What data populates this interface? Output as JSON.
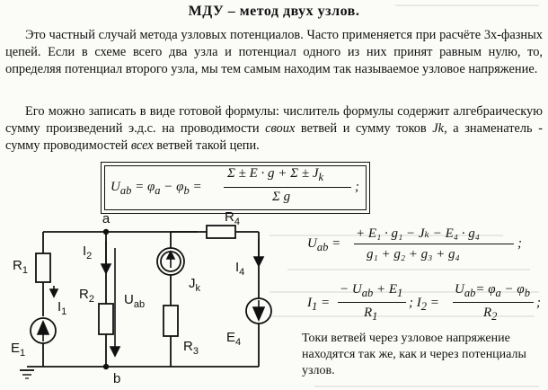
{
  "title": "МДУ – метод двух узлов.",
  "paragraph1": "Это частный случай метода узловых потенциалов. Часто применяется при расчёте 3х-фазных цепей. Если в схеме всего два узла и потенциал одного из них принят равным нулю, то, определяя потенциал второго узла, мы тем самым находим так называемое узловое напряжение.",
  "paragraph2": {
    "t1": "Его можно записать в виде готовой формулы: числитель формулы содержит алгебраическую сумму произведений э.д.с. на проводимости ",
    "t2": "своих",
    "t3": " ветвей и сумму токов ",
    "t4": "Jk",
    "t5": ", а знаменатель - сумму проводимостей ",
    "t6": "всех",
    "t7": " ветвей такой цепи."
  },
  "formula_general": {
    "lhs": "U",
    "lhs_sub": "ab",
    "eq1": " = φ",
    "phi_a": "a",
    "minus": " − φ",
    "phi_b": "b",
    "eq2": " =",
    "numerator": "Σ ± E · g + Σ ± J",
    "num_sub": "k",
    "denominator": "Σ g",
    "tail": ";"
  },
  "formula_uab": {
    "lhs": "U",
    "lhs_sub": "ab",
    "eq": " =",
    "numerator": "+ E₁ · g₁ − Jₖ − E₄ · g₄",
    "denominator": "g₁ + g₂ + g₃ + g₄",
    "tail": ";"
  },
  "formula_currents": {
    "i1": "I",
    "i1_sub": "1",
    "eq1": " =",
    "num1": "− U",
    "num1_sub": "ab",
    "num1_tail": " + E",
    "num1_tail_sub": "1",
    "den1": "R",
    "den1_sub": "1",
    "sep": ";  I",
    "i2_sub": "2",
    "eq2": " =",
    "num2": "U",
    "num2_sub": "ab",
    "num2_tail": "= φ",
    "num2_a": "a",
    "num2_mid": " − φ",
    "num2_b": "b",
    "den2": "R",
    "den2_sub": "2",
    "tail": ";"
  },
  "caption": "Токи ветвей через узловое напряжение находятся так же, как и через потенциалы узлов.",
  "circuit": {
    "labels": {
      "R1": "R",
      "R1_sub": "1",
      "I1": "I",
      "I1_sub": "1",
      "E1": "E",
      "E1_sub": "1",
      "I2": "I",
      "I2_sub": "2",
      "R2": "R",
      "R2_sub": "2",
      "Uab": "U",
      "Uab_sub": "ab",
      "Jk": "J",
      "Jk_sub": "k",
      "R3": "R",
      "R3_sub": "3",
      "R4": "R",
      "R4_sub": "4",
      "I4": "I",
      "I4_sub": "4",
      "E4": "E",
      "E4_sub": "4",
      "node_a": "a",
      "node_b": "b"
    }
  }
}
